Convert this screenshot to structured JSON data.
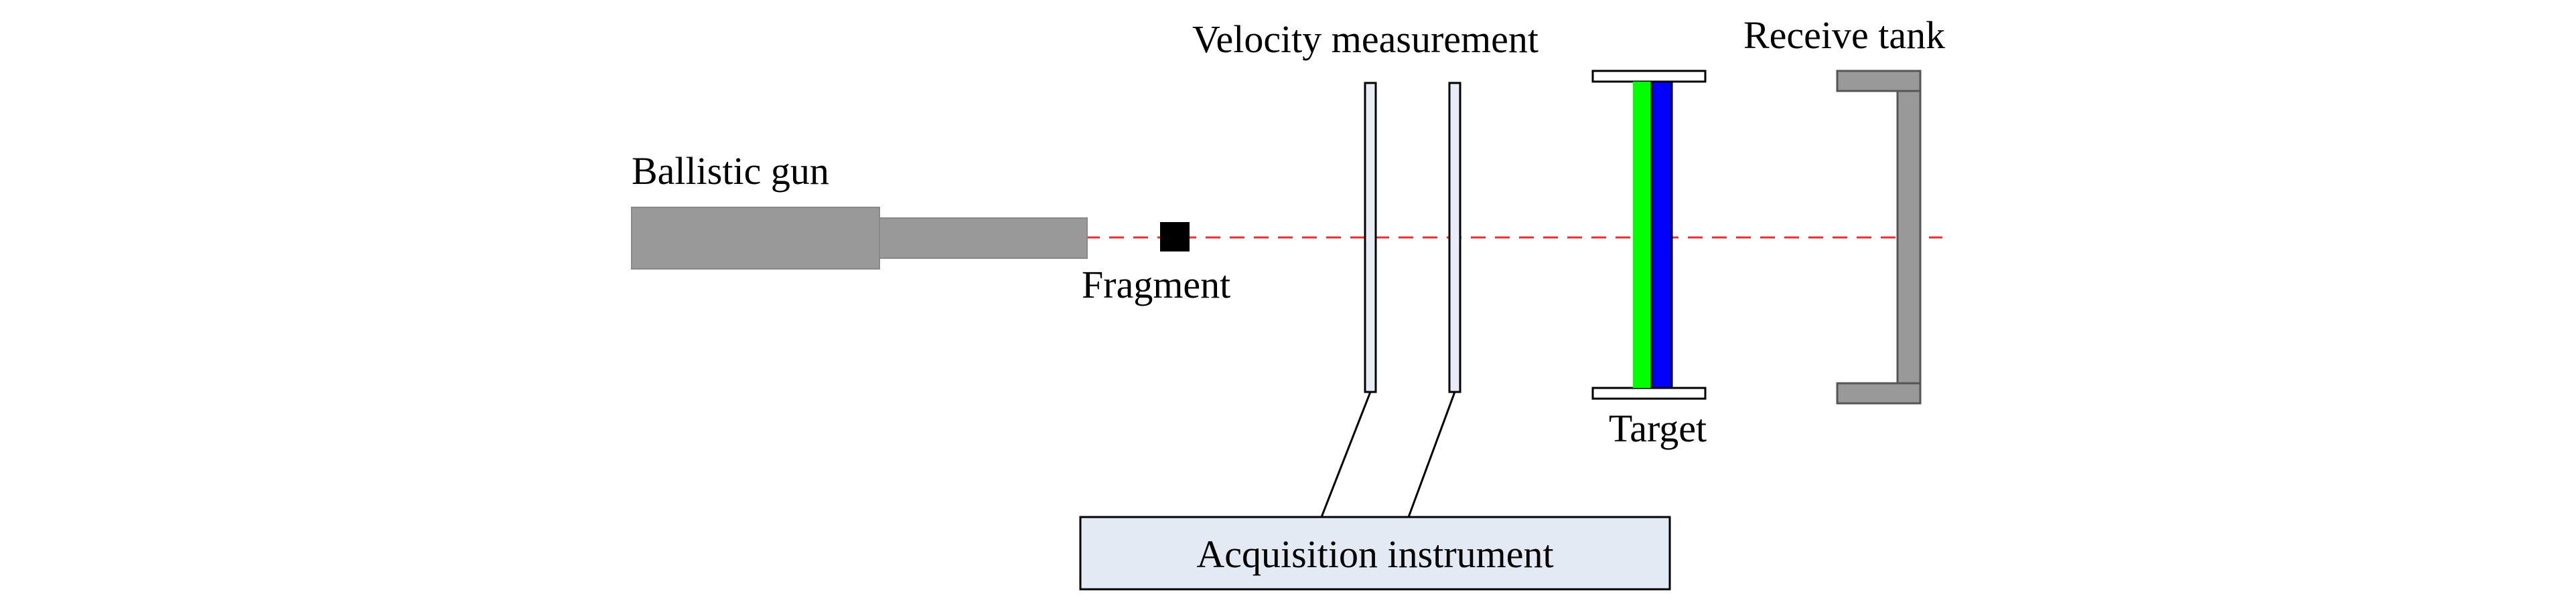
{
  "labels": {
    "gun": "Ballistic gun",
    "fragment": "Fragment",
    "velocity": "Velocity measurement",
    "target": "Target",
    "tank": "Receive tank",
    "instrument": "Acquisition instrument"
  },
  "colors": {
    "gun": "#999999",
    "fragment": "#000000",
    "trajectory": "#e53030",
    "screen_fill": "#e8edf5",
    "target_front": "#00ff00",
    "target_back": "#0000ff",
    "tank": "#999999",
    "instrument_fill": "#e4eaf4"
  }
}
